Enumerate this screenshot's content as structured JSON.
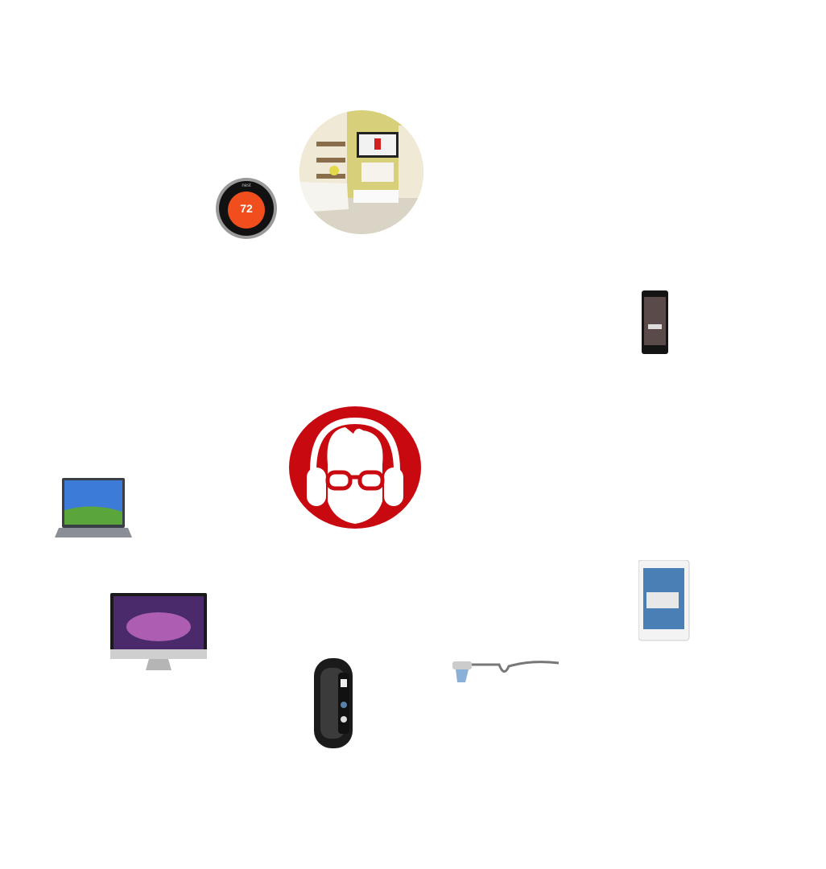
{
  "thermostat": {
    "brand": "nest",
    "temperature": "72"
  },
  "colors": {
    "brand_red": "#c8090f",
    "thermostat_orange": "#f04e1c",
    "background": "#ffffff"
  },
  "devices": [
    "living-room-tv",
    "thermostat",
    "smartphone",
    "laptop",
    "desktop",
    "fitness-band",
    "smart-glasses",
    "tablet"
  ]
}
